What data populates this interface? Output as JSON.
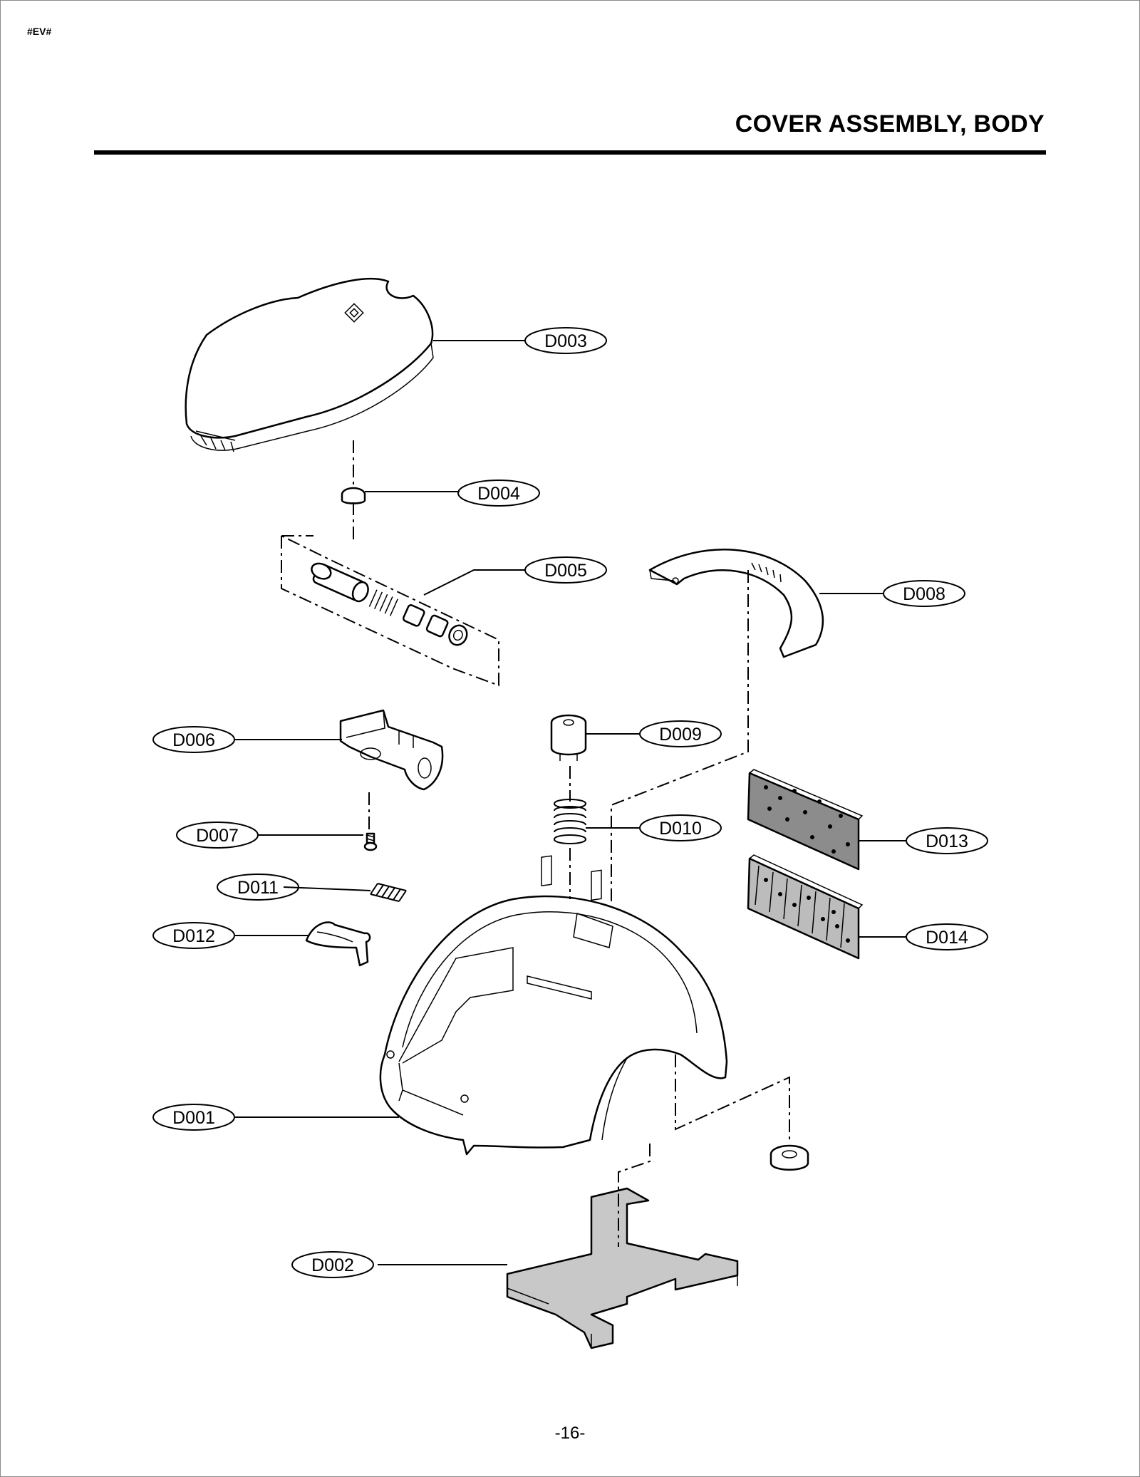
{
  "header": {
    "doc_code": "#EV#",
    "title": "COVER ASSEMBLY, BODY"
  },
  "footer": {
    "page_number": "-16-"
  },
  "parts": [
    {
      "id": "D001"
    },
    {
      "id": "D002"
    },
    {
      "id": "D003"
    },
    {
      "id": "D004"
    },
    {
      "id": "D005"
    },
    {
      "id": "D006"
    },
    {
      "id": "D007"
    },
    {
      "id": "D008"
    },
    {
      "id": "D009"
    },
    {
      "id": "D010"
    },
    {
      "id": "D011"
    },
    {
      "id": "D012"
    },
    {
      "id": "D013"
    },
    {
      "id": "D014"
    }
  ]
}
